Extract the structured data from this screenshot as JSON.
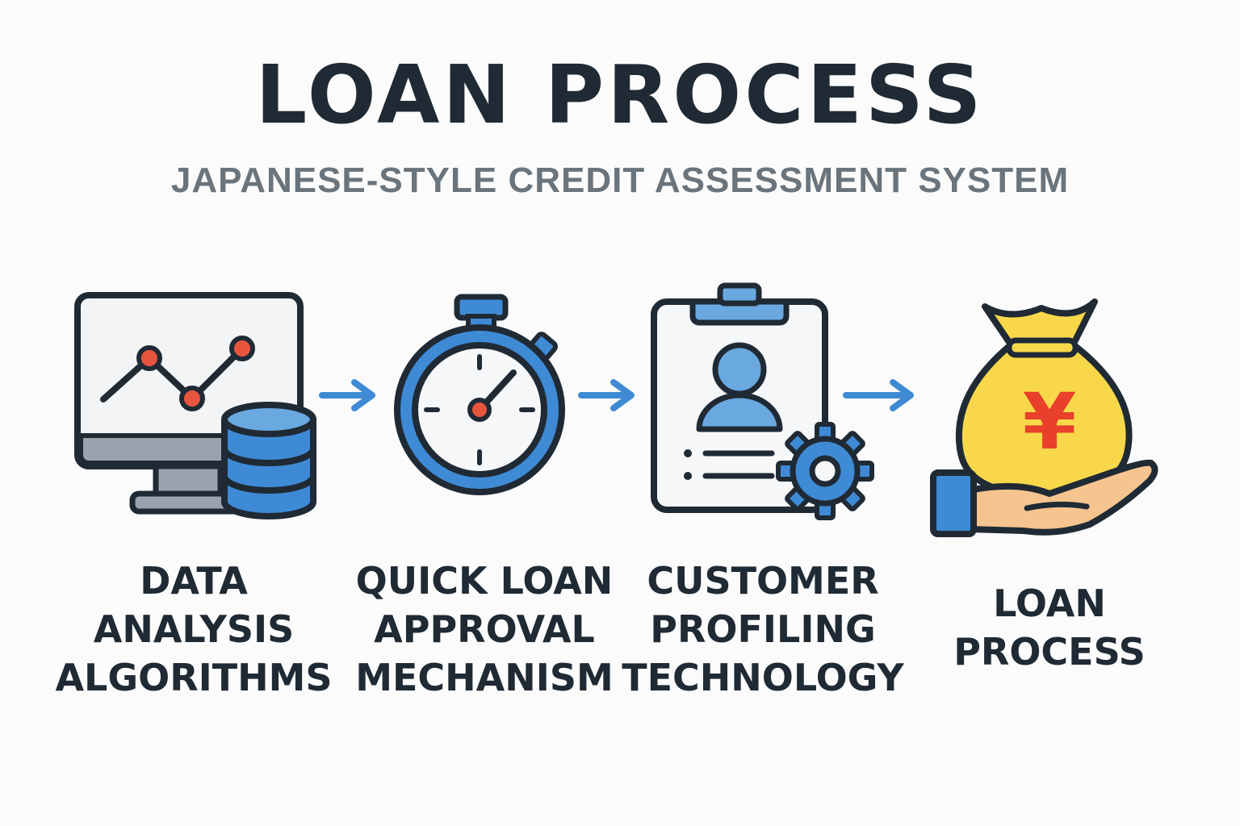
{
  "header": {
    "title": "LOAN PROCESS",
    "subtitle": "JAPANESE-STYLE CREDIT ASSESSMENT SYSTEM"
  },
  "steps": [
    {
      "icon": "monitor-chart-database-icon",
      "label_lines": [
        "DATA",
        "ANALYSIS",
        "ALGORITHMS"
      ]
    },
    {
      "icon": "stopwatch-icon",
      "label_lines": [
        "QUICK LOAN",
        "APPROVAL",
        "MECHANISM"
      ]
    },
    {
      "icon": "clipboard-profile-gear-icon",
      "label_lines": [
        "CUSTOMER",
        "PROFILING",
        "TECHNOLOGY"
      ]
    },
    {
      "icon": "hand-yen-money-bag-icon",
      "label_lines": [
        "LOAN",
        "PROCESS"
      ]
    }
  ],
  "arrows": [
    {
      "icon": "arrow-right-icon"
    },
    {
      "icon": "arrow-right-icon"
    },
    {
      "icon": "arrow-right-icon"
    }
  ],
  "money_bag_symbol": "¥",
  "colors": {
    "outline": "#1f2a35",
    "blue": "#3f8ad4",
    "light_blue": "#6aa8e0",
    "red_dot": "#e8553f",
    "yellow": "#f8d84a",
    "skin": "#f6c48e",
    "yen_red": "#e8402a",
    "gray": "#9aa3ad",
    "arrow_blue": "#3f8ad4"
  }
}
